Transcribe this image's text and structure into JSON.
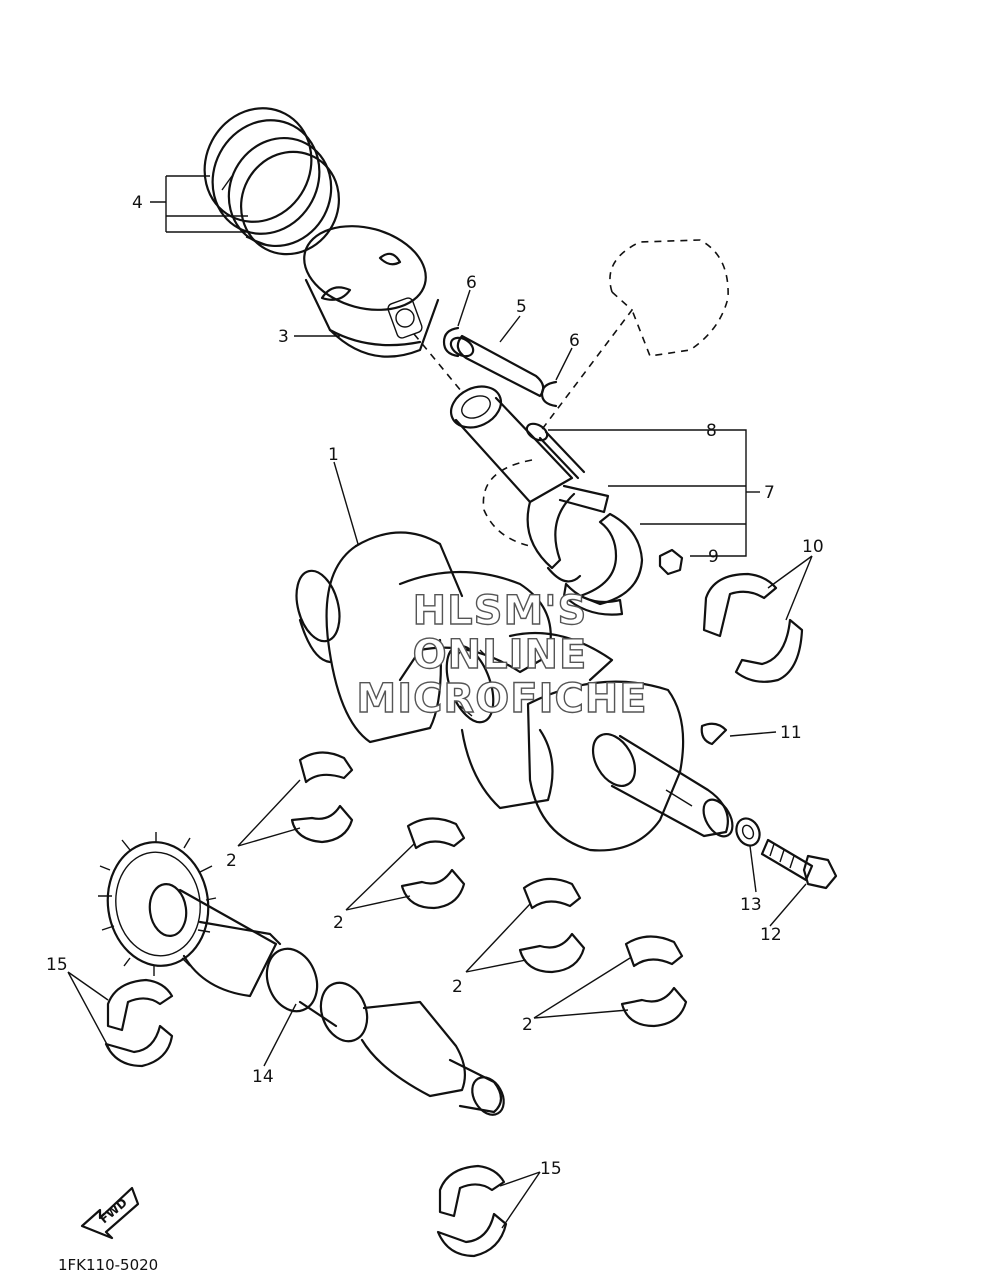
{
  "diagram": {
    "drawing_code": "1FK110-5020",
    "fwd_label": "FWD",
    "watermark": [
      "HLSM'S",
      "ONLINE",
      "MICROFICHE"
    ],
    "callouts": {
      "c1": "1",
      "c2a": "2",
      "c2b": "2",
      "c2c": "2",
      "c2d": "2",
      "c3": "3",
      "c4": "4",
      "c5": "5",
      "c6a": "6",
      "c6b": "6",
      "c7": "7",
      "c8": "8",
      "c9": "9",
      "c10": "10",
      "c11": "11",
      "c12": "12",
      "c13": "13",
      "c14": "14",
      "c15a": "15",
      "c15b": "15"
    }
  }
}
